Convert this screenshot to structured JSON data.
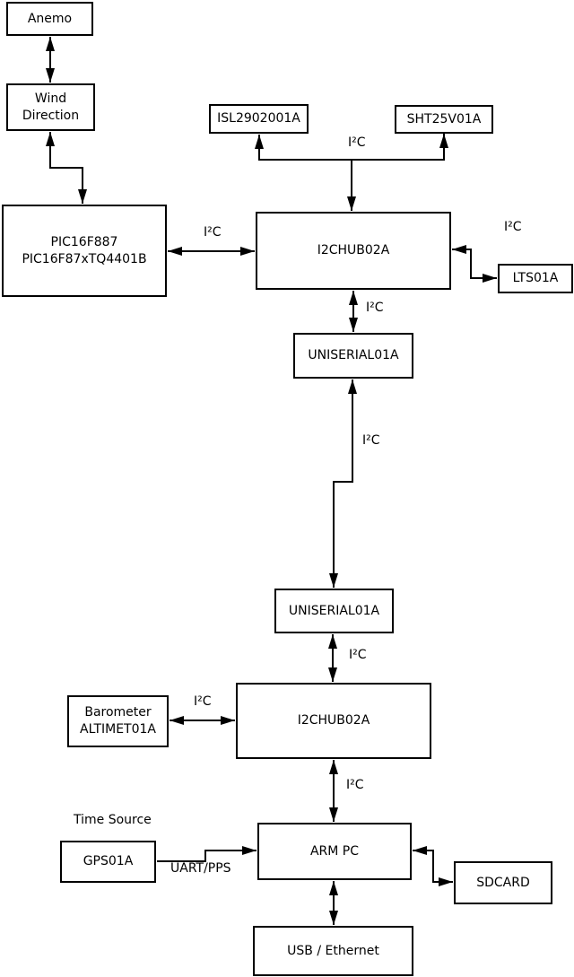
{
  "nodes": {
    "anemo": "Anemo",
    "wind_direction": "Wind\nDirection",
    "pic": "PIC16F887\nPIC16F87xTQ4401B",
    "isl": "ISL2902001A",
    "sht": "SHT25V01A",
    "i2c_hub_1": "I2CHUB02A",
    "lts": "LTS01A",
    "uniserial_1": "UNISERIAL01A",
    "uniserial_2": "UNISERIAL01A",
    "i2c_hub_2": "I2CHUB02A",
    "barometer": "Barometer\nALTIMET01A",
    "arm_pc": "ARM PC",
    "gps": "GPS01A",
    "sdcard": "SDCARD",
    "usb_ethernet": "USB / Ethernet"
  },
  "edge_labels": {
    "i2c_sensor_branch": "I²C",
    "i2c_pic_hub1": "I²C",
    "i2c_hub1_lts": "I²C",
    "i2c_hub1_uniserial1": "I²C",
    "i2c_uniserial_link": "I²C",
    "i2c_uniserial2_hub2": "I²C",
    "i2c_barometer_hub2": "I²C",
    "i2c_hub2_armpc": "I²C",
    "time_source": "Time Source",
    "uart_pps": "UART/PPS"
  },
  "colors": {
    "line": "#000000",
    "box_border": "#000000",
    "background": "#ffffff",
    "text": "#000000"
  }
}
